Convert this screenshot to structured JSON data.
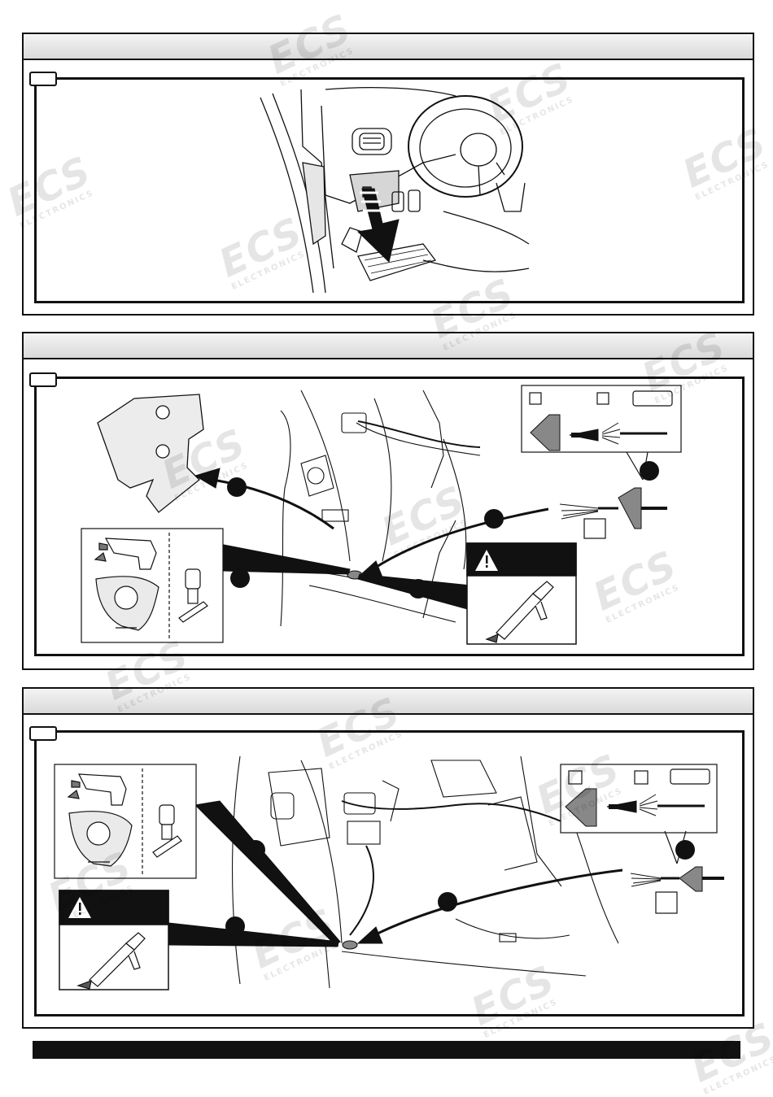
{
  "watermark": {
    "brand": "ECS",
    "sub": "ELECTRONICS",
    "color": "#bdbdbd"
  },
  "panels": [
    {
      "name": "panel-1",
      "step_icon": "arrow-down-icon"
    },
    {
      "name": "panel-2",
      "warning_icon": "warning-triangle-icon",
      "tools": [
        "drill-icon",
        "sealant-bottle-icon",
        "caulking-gun-icon",
        "grommet-icon"
      ]
    },
    {
      "name": "panel-3",
      "warning_icon": "warning-triangle-icon",
      "tools": [
        "drill-icon",
        "sealant-bottle-icon",
        "caulking-gun-icon",
        "grommet-icon"
      ]
    }
  ],
  "colors": {
    "ink": "#111111",
    "header_gradient_top": "#f4f4f4",
    "header_gradient_bottom": "#d9d9d9"
  }
}
